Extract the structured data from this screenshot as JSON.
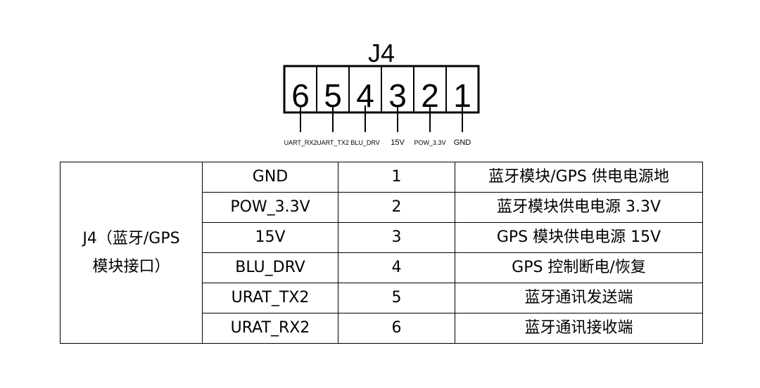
{
  "diagram": {
    "connector_label": "J4",
    "pins": [
      {
        "number": "6",
        "label": "UART_RX2"
      },
      {
        "number": "5",
        "label": "UART_TX2"
      },
      {
        "number": "4",
        "label": "BLU_DRV"
      },
      {
        "number": "3",
        "label": "15V"
      },
      {
        "number": "2",
        "label": "POW_3.3V"
      },
      {
        "number": "1",
        "label": "GND"
      }
    ]
  },
  "table": {
    "group_label_line1": "J4（蓝牙/GPS",
    "group_label_line2": "模块接口）",
    "rows": [
      {
        "signal": "GND",
        "pin": "1",
        "description": "蓝牙模块/GPS 供电电源地"
      },
      {
        "signal": "POW_3.3V",
        "pin": "2",
        "description": "蓝牙模块供电电源 3.3V"
      },
      {
        "signal": "15V",
        "pin": "3",
        "description": "GPS 模块供电电源 15V"
      },
      {
        "signal": "BLU_DRV",
        "pin": "4",
        "description": "GPS 控制断电/恢复"
      },
      {
        "signal": "URAT_TX2",
        "pin": "5",
        "description": "蓝牙通讯发送端"
      },
      {
        "signal": "URAT_RX2",
        "pin": "6",
        "description": "蓝牙通讯接收端"
      }
    ]
  }
}
